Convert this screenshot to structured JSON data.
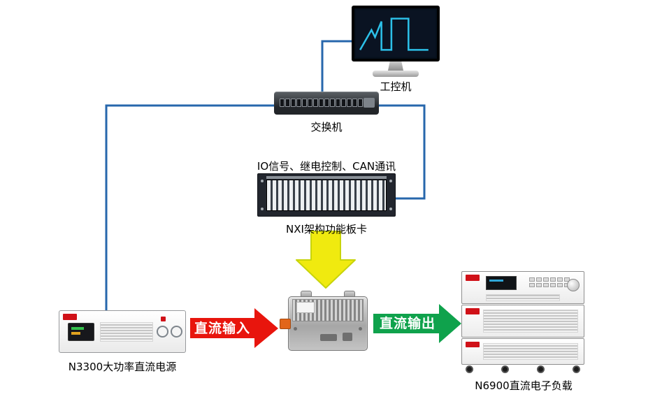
{
  "nodes": {
    "ipc": {
      "label": "工控机"
    },
    "switch": {
      "label": "交换机"
    },
    "nxi": {
      "caption": "IO信号、继电控制、CAN通讯",
      "label": "NXI架构功能板卡"
    },
    "psu": {
      "label": "N3300大功率直流电源"
    },
    "load": {
      "label": "N6900直流电子负载"
    }
  },
  "arrows": {
    "dc_input": {
      "label": "直流输入",
      "color": "#e8150d"
    },
    "dc_output": {
      "label": "直流输出",
      "color": "#0fa24c"
    },
    "control_flow": {
      "color": "#f0ea0f",
      "border": "#c8d40a"
    }
  },
  "wire_color": "#2767ac"
}
